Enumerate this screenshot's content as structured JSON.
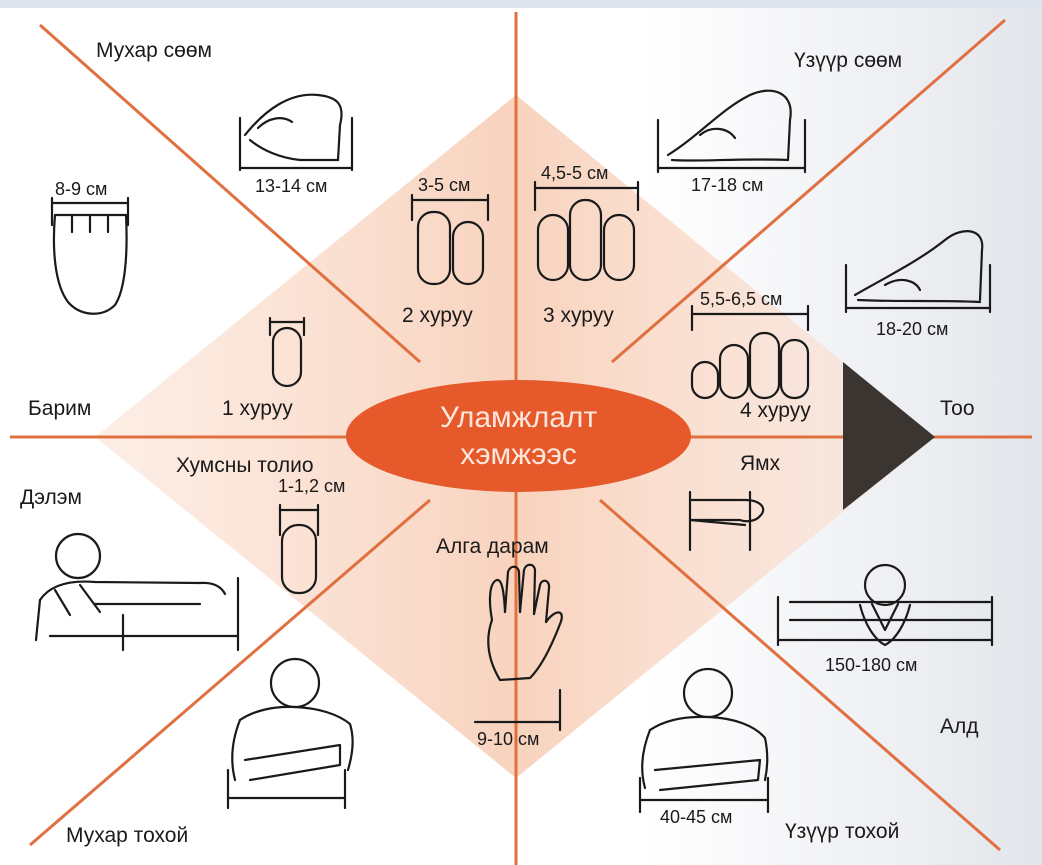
{
  "center": {
    "line1": "Уламжлалт",
    "line2": "хэмжээс"
  },
  "units": {
    "mukhar_soem": "Мухар сөөм",
    "uzuur_soem": "Үзүүр сөөм",
    "barim": "Барим",
    "too": "Тоо",
    "delem": "Дэлэм",
    "ald": "Алд",
    "mukhar_tokhoi": "Мухар тохой",
    "uzuur_tokhoi": "Үзүүр тохой",
    "finger1": "1 хуруу",
    "finger2": "2 хуруу",
    "finger3": "3 хуруу",
    "finger4": "4 хуруу",
    "khumsny_tolio": "Хумсны толио",
    "yamkh": "Ямх",
    "alga_daram": "Алга дарам"
  },
  "measures": {
    "mukhar_soem": "13-14 см",
    "uzuur_soem": "17-18 см",
    "too": "18-20 см",
    "barim": "8-9 см",
    "finger2": "3-5 см",
    "finger3": "4,5-5 см",
    "finger4": "5,5-6,5 см",
    "khumsny_tolio": "1-1,2 см",
    "ald": "150-180 см",
    "alga_daram": "9-10 см",
    "uzuur_tokhoi": "40-45 см"
  },
  "colors": {
    "accent": "#e5592a",
    "diamond": "#fbe0d2",
    "line": "#e0703f",
    "arrow": "#3a3531"
  }
}
